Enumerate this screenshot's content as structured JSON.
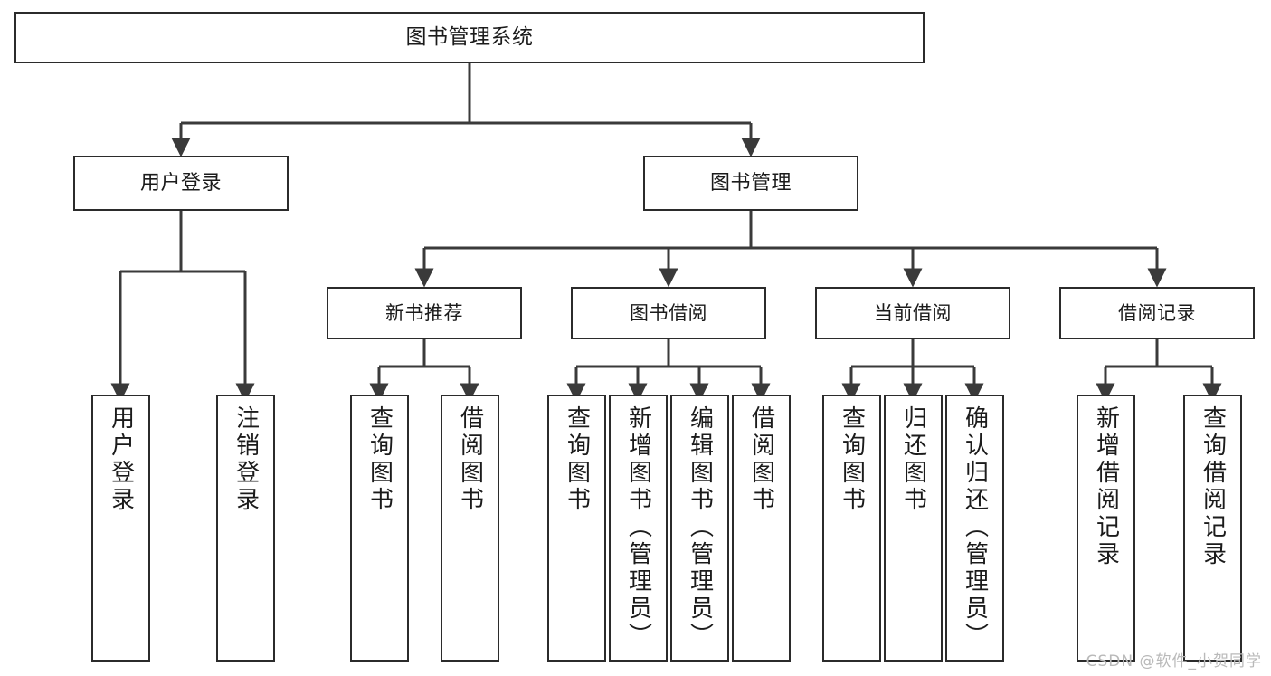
{
  "diagram": {
    "title": "图书管理系统",
    "watermark": "CSDN @软件_小贺同学",
    "colors": {
      "background": "#ffffff",
      "box_border": "#2b2b2b",
      "connector": "#3a3a3a",
      "text": "#1b1b1b",
      "watermark": "#b9b9b9"
    },
    "levels": {
      "root": {
        "label": "图书管理系统"
      },
      "level1": [
        {
          "label": "用户登录"
        },
        {
          "label": "图书管理"
        }
      ],
      "level2": [
        {
          "label": "新书推荐"
        },
        {
          "label": "图书借阅"
        },
        {
          "label": "当前借阅"
        },
        {
          "label": "借阅记录"
        }
      ],
      "leaves": {
        "user_login": [
          {
            "label": "用户登录"
          },
          {
            "label": "注销登录"
          }
        ],
        "new_book_recommend": [
          {
            "label": "查询图书"
          },
          {
            "label": "借阅图书"
          }
        ],
        "book_borrow": [
          {
            "label": "查询图书"
          },
          {
            "label": "新增图书（管理员）"
          },
          {
            "label": "编辑图书（管理员）"
          },
          {
            "label": "借阅图书"
          }
        ],
        "current_borrow": [
          {
            "label": "查询图书"
          },
          {
            "label": "归还图书"
          },
          {
            "label": "确认归还（管理员）"
          }
        ],
        "borrow_records": [
          {
            "label": "新增借阅记录"
          },
          {
            "label": "查询借阅记录"
          }
        ]
      }
    }
  }
}
